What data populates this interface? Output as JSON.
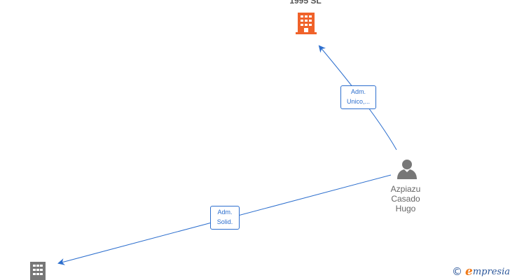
{
  "nodes": {
    "company_top": {
      "name": "1995 SL",
      "icon": "building-icon",
      "color": "#f0622a"
    },
    "company_bottom": {
      "icon": "building-icon",
      "color": "#777777"
    },
    "person": {
      "name_lines": [
        "Azpiazu",
        "Casado",
        "Hugo"
      ],
      "icon": "person-icon",
      "color": "#777777"
    }
  },
  "edges": [
    {
      "from": "person",
      "to": "company_top",
      "label_lines": [
        "Adm.",
        "Unico,..."
      ]
    },
    {
      "from": "person",
      "to": "company_bottom",
      "label_lines": [
        "Adm.",
        "Solid."
      ]
    }
  ],
  "edge_color": "#2d6fce",
  "watermark": {
    "symbol": "©",
    "brand_initial": "e",
    "brand_rest": "mpresia"
  }
}
